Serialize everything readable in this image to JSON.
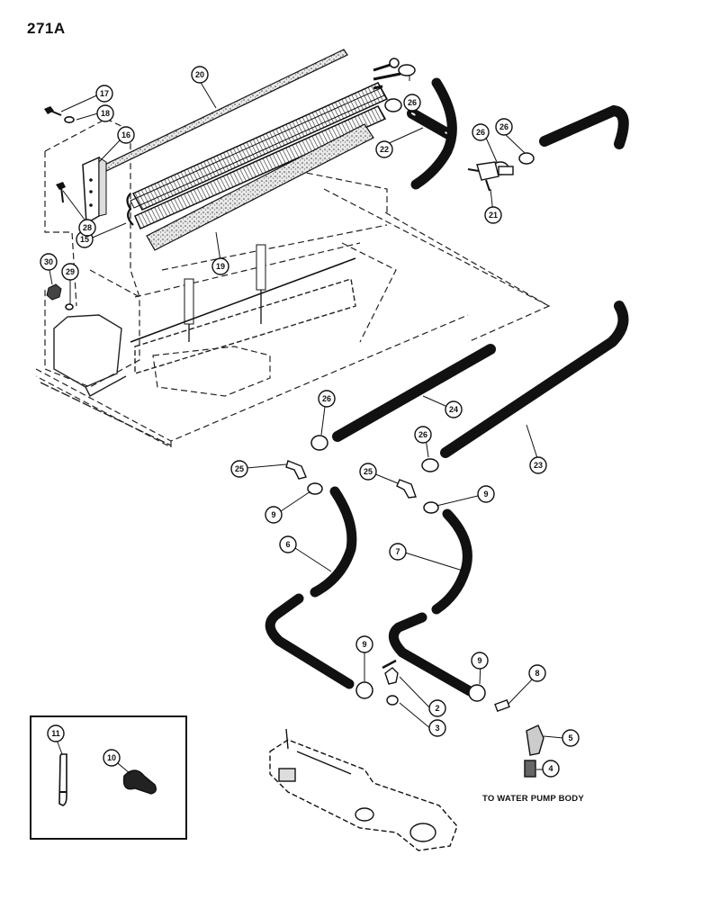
{
  "page_number": "271A",
  "note": "TO WATER PUMP BODY",
  "callouts": [
    {
      "id": "c2",
      "label": "2"
    },
    {
      "id": "c3",
      "label": "3"
    },
    {
      "id": "c4",
      "label": "4"
    },
    {
      "id": "c5",
      "label": "5"
    },
    {
      "id": "c6",
      "label": "6"
    },
    {
      "id": "c7",
      "label": "7"
    },
    {
      "id": "c8",
      "label": "8"
    },
    {
      "id": "c9a",
      "label": "9"
    },
    {
      "id": "c9b",
      "label": "9"
    },
    {
      "id": "c9c",
      "label": "9"
    },
    {
      "id": "c9d",
      "label": "9"
    },
    {
      "id": "c10",
      "label": "10"
    },
    {
      "id": "c11",
      "label": "11"
    },
    {
      "id": "c15",
      "label": "15"
    },
    {
      "id": "c16",
      "label": "16"
    },
    {
      "id": "c17",
      "label": "17"
    },
    {
      "id": "c18",
      "label": "18"
    },
    {
      "id": "c19",
      "label": "19"
    },
    {
      "id": "c20",
      "label": "20"
    },
    {
      "id": "c21",
      "label": "21"
    },
    {
      "id": "c22",
      "label": "22"
    },
    {
      "id": "c23",
      "label": "23"
    },
    {
      "id": "c24",
      "label": "24"
    },
    {
      "id": "c25a",
      "label": "25"
    },
    {
      "id": "c25b",
      "label": "25"
    },
    {
      "id": "c26a",
      "label": "26"
    },
    {
      "id": "c26b",
      "label": "26"
    },
    {
      "id": "c26c",
      "label": "26"
    },
    {
      "id": "c26d",
      "label": "26"
    },
    {
      "id": "c26e",
      "label": "26"
    },
    {
      "id": "c28",
      "label": "28"
    },
    {
      "id": "c29",
      "label": "29"
    },
    {
      "id": "c30",
      "label": "30"
    }
  ]
}
